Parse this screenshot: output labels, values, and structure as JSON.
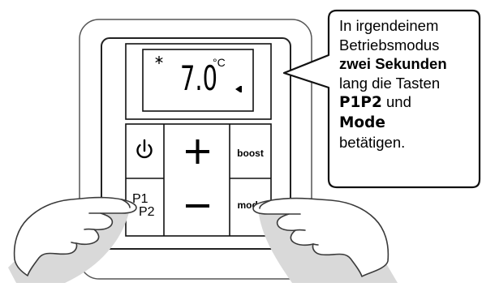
{
  "display": {
    "temperature": "7.0",
    "unit": "°C"
  },
  "buttons": {
    "power": "power",
    "plus": "plus",
    "boost": "boost",
    "p1p2_line1": "P1",
    "p1p2_line2": "P2",
    "minus": "minus",
    "mode": "mode"
  },
  "icons": {
    "display_snowflake": "snowflake-icon",
    "display_speaker": "speaker-icon",
    "power_button": "power-icon",
    "plus_button": "plus-icon",
    "minus_button": "minus-icon"
  },
  "callout": {
    "line1": "In irgendeinem",
    "line2": "Betriebsmodus",
    "line3_bold": "zwei Sekunden",
    "line4": "lang die Tasten",
    "line5_bold": "P1P2",
    "line5_rest": " und",
    "line6_bold": "Mode",
    "line7": "betätigen."
  },
  "colors": {
    "outline": "#1a1a1a",
    "hand_fill": "#ffffff",
    "hand_stroke": "#333333",
    "shadow": "#d6d6d6"
  }
}
